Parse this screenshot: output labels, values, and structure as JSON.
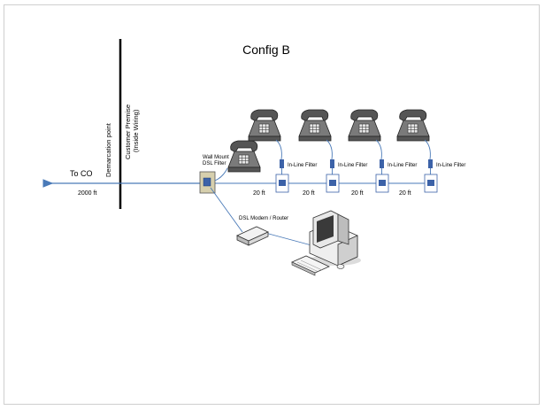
{
  "title": "Config B",
  "demarcation": {
    "label": "Demarcation point",
    "premise_line1": "Customer Premise",
    "premise_line2": "(Inside Wiring)"
  },
  "to_co": "To CO",
  "line_length": "2000 ft",
  "wall_filter": {
    "line1": "Wall Mount",
    "line2": "DSL Filter"
  },
  "inline_filters": [
    "In-Line Filter",
    "In-Line Filter",
    "In-Line Filter",
    "In-Line Filter"
  ],
  "segments": [
    "20 ft",
    "20 ft",
    "20 ft",
    "20 ft"
  ],
  "modem_label": "DSL Modem / Router",
  "colors": {
    "line": "#4a7ab8",
    "filter": "#3c62a8",
    "wall_plate": "#d6cfad",
    "phone": "#444444"
  }
}
